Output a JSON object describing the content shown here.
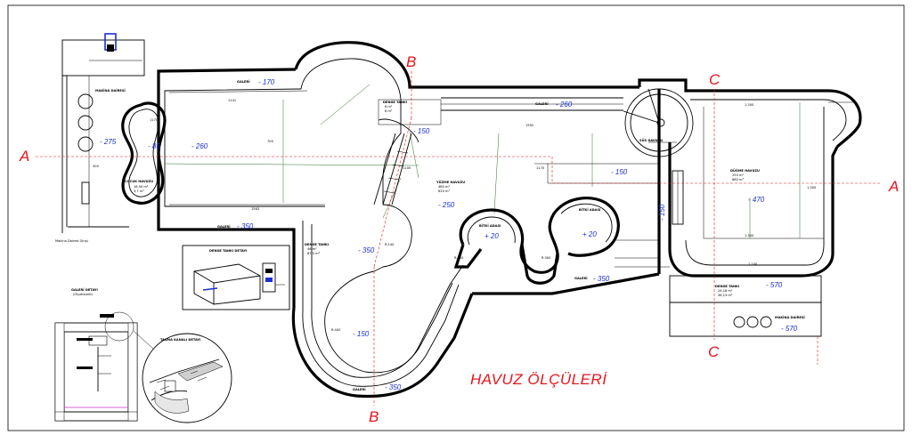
{
  "drawing": {
    "title": "HAVUZ ÖLÇÜLERİ",
    "sections": {
      "a_left": "A",
      "a_right": "A",
      "b_top": "B",
      "b_bottom": "B",
      "c_top": "C",
      "c_bottom": "C"
    },
    "levels": [
      {
        "id": "l1",
        "text": "- 275"
      },
      {
        "id": "l2",
        "text": "- 85"
      },
      {
        "id": "l3",
        "text": "- 260"
      },
      {
        "id": "l4",
        "text": "- 170"
      },
      {
        "id": "l5",
        "text": "- 350"
      },
      {
        "id": "l6",
        "text": "- 150"
      },
      {
        "id": "l7",
        "text": "- 260"
      },
      {
        "id": "l8",
        "text": "- 150"
      },
      {
        "id": "l9",
        "text": "- 250"
      },
      {
        "id": "l10",
        "text": "- 350"
      },
      {
        "id": "l11",
        "text": "- 150"
      },
      {
        "id": "l12",
        "text": "- 350"
      },
      {
        "id": "l13",
        "text": "+ 20"
      },
      {
        "id": "l14",
        "text": "+ 20"
      },
      {
        "id": "l15",
        "text": "- 350"
      },
      {
        "id": "l16",
        "text": "- 150"
      },
      {
        "id": "l17",
        "text": "- 470"
      },
      {
        "id": "l18",
        "text": "- 570"
      },
      {
        "id": "l19",
        "text": "- 570"
      }
    ],
    "labels": [
      {
        "id": "t1",
        "text": "MAKİNA DAİRESİ"
      },
      {
        "id": "t2",
        "text": "MAKİNA DAİRESİ"
      },
      {
        "id": "t3",
        "text": "GALERİ"
      },
      {
        "id": "t4",
        "text": "GALERİ"
      },
      {
        "id": "t5",
        "text": "GALERİ"
      },
      {
        "id": "t6",
        "text": "GALERİ"
      },
      {
        "id": "t7",
        "text": "GALERİ"
      },
      {
        "id": "t8",
        "text": "ÇOCUK HAVUZU"
      },
      {
        "id": "t9",
        "text": "YÜZME HAVUZU"
      },
      {
        "id": "t10",
        "text": "DENGE TANKI"
      },
      {
        "id": "t11",
        "text": "DENGE TANKI"
      },
      {
        "id": "t12",
        "text": "DENGE TANKI"
      },
      {
        "id": "t13",
        "text": "SÜS HAVUZU"
      },
      {
        "id": "t14",
        "text": "BİTKİ ADASI"
      },
      {
        "id": "t15",
        "text": "BİTKİ ADASI"
      },
      {
        "id": "t16",
        "text": "DÜĞME HAVUZU"
      },
      {
        "id": "t17",
        "text": "GALERİ DETAYI"
      },
      {
        "id": "t18",
        "text": "(Ölçeksizdir)"
      },
      {
        "id": "t19",
        "text": "TAŞMA KANALI DETAYI"
      },
      {
        "id": "t20",
        "text": "DENGE TANKI DETAYI"
      },
      {
        "id": "t21",
        "text": "Makina Dairesi Girişi"
      }
    ]
  }
}
